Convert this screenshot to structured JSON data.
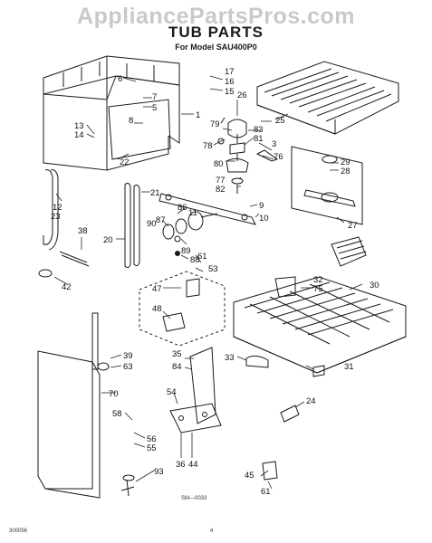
{
  "watermark": "AppliancePartsPros.com",
  "title": "TUB PARTS",
  "subtitle": "For Model SAU400P0",
  "diagram_code": "SM—0033",
  "footer_left": "300056",
  "footer_page": "4",
  "callouts": [
    {
      "id": "c1",
      "text": "1"
    },
    {
      "id": "c3",
      "text": "3"
    },
    {
      "id": "c5",
      "text": "5"
    },
    {
      "id": "c6",
      "text": "6"
    },
    {
      "id": "c7",
      "text": "7"
    },
    {
      "id": "c8",
      "text": "8"
    },
    {
      "id": "c9",
      "text": "9"
    },
    {
      "id": "c10",
      "text": "10"
    },
    {
      "id": "c11",
      "text": "11"
    },
    {
      "id": "c12",
      "text": "12"
    },
    {
      "id": "c13",
      "text": "13"
    },
    {
      "id": "c14",
      "text": "14"
    },
    {
      "id": "c15",
      "text": "15"
    },
    {
      "id": "c16",
      "text": "16"
    },
    {
      "id": "c17",
      "text": "17"
    },
    {
      "id": "c20",
      "text": "20"
    },
    {
      "id": "c21",
      "text": "21"
    },
    {
      "id": "c22",
      "text": "22"
    },
    {
      "id": "c23",
      "text": "23"
    },
    {
      "id": "c24",
      "text": "24"
    },
    {
      "id": "c25",
      "text": "25"
    },
    {
      "id": "c26",
      "text": "26"
    },
    {
      "id": "c27",
      "text": "27"
    },
    {
      "id": "c28",
      "text": "28"
    },
    {
      "id": "c29",
      "text": "29"
    },
    {
      "id": "c30",
      "text": "30"
    },
    {
      "id": "c31",
      "text": "31"
    },
    {
      "id": "c32",
      "text": "32"
    },
    {
      "id": "c33",
      "text": "33"
    },
    {
      "id": "c35",
      "text": "35"
    },
    {
      "id": "c36",
      "text": "36"
    },
    {
      "id": "c38",
      "text": "38"
    },
    {
      "id": "c39",
      "text": "39"
    },
    {
      "id": "c42",
      "text": "42"
    },
    {
      "id": "c44",
      "text": "44"
    },
    {
      "id": "c45",
      "text": "45"
    },
    {
      "id": "c47",
      "text": "47"
    },
    {
      "id": "c48",
      "text": "48"
    },
    {
      "id": "c53",
      "text": "53"
    },
    {
      "id": "c54",
      "text": "54"
    },
    {
      "id": "c55",
      "text": "55"
    },
    {
      "id": "c56",
      "text": "56"
    },
    {
      "id": "c58",
      "text": "58"
    },
    {
      "id": "c61a",
      "text": "61"
    },
    {
      "id": "c61b",
      "text": "61"
    },
    {
      "id": "c63",
      "text": "63"
    },
    {
      "id": "c70",
      "text": "70"
    },
    {
      "id": "c75",
      "text": "75"
    },
    {
      "id": "c76",
      "text": "76"
    },
    {
      "id": "c77",
      "text": "77"
    },
    {
      "id": "c78",
      "text": "78"
    },
    {
      "id": "c79",
      "text": "79"
    },
    {
      "id": "c80",
      "text": "80"
    },
    {
      "id": "c81",
      "text": "81"
    },
    {
      "id": "c82",
      "text": "82"
    },
    {
      "id": "c83",
      "text": "83"
    },
    {
      "id": "c84",
      "text": "84"
    },
    {
      "id": "c86",
      "text": "86"
    },
    {
      "id": "c87",
      "text": "87"
    },
    {
      "id": "c88",
      "text": "88"
    },
    {
      "id": "c89",
      "text": "89"
    },
    {
      "id": "c90",
      "text": "90"
    },
    {
      "id": "c93",
      "text": "93"
    }
  ]
}
